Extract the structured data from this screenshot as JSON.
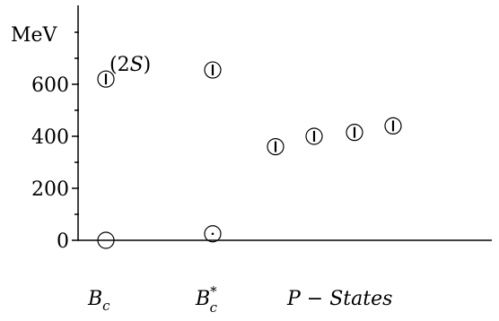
{
  "chart_data": {
    "type": "scatter",
    "ylabel": "MeV",
    "ylim": [
      0,
      900
    ],
    "yticks": [
      0,
      200,
      400,
      600
    ],
    "minor_ytick_step": 100,
    "categories": [
      {
        "id": "Bc",
        "label_main": "B",
        "label_sub": "c",
        "label_sup": ""
      },
      {
        "id": "Bc_star",
        "label_main": "B",
        "label_sub": "c",
        "label_sup": "*"
      },
      {
        "id": "P_states",
        "label_main": "P − States",
        "label_sub": "",
        "label_sup": ""
      }
    ],
    "points": [
      {
        "category": "Bc",
        "y": 0,
        "marker": "circle-open"
      },
      {
        "category": "Bc",
        "y": 620,
        "marker": "circle-bar"
      },
      {
        "category": "Bc_star",
        "y": 25,
        "marker": "circle-dot"
      },
      {
        "category": "Bc_star",
        "y": 655,
        "marker": "circle-bar"
      },
      {
        "category": "P_states",
        "y": 360,
        "marker": "circle-bar"
      },
      {
        "category": "P_states",
        "y": 400,
        "marker": "circle-bar"
      },
      {
        "category": "P_states",
        "y": 415,
        "marker": "circle-bar"
      },
      {
        "category": "P_states",
        "y": 440,
        "marker": "circle-bar"
      }
    ],
    "annotations": [
      {
        "text": "(2S)",
        "near_category": "Bc",
        "y": 620
      }
    ]
  }
}
